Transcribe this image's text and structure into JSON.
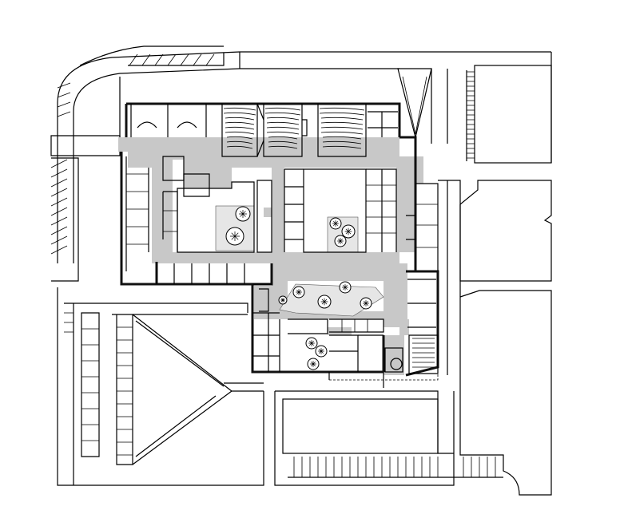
{
  "drawing": {
    "type": "site-plan",
    "background_color": "#ffffff",
    "line_color": "#000000",
    "corridor_color": "#c8c8c8",
    "courtyard_color": "#e6e6e6"
  },
  "trees": [
    {
      "group": "west-courtyard",
      "count": 2
    },
    {
      "group": "east-courtyard",
      "count": 3
    },
    {
      "group": "south-plaza",
      "count": 5
    },
    {
      "group": "southeast-yard",
      "count": 3
    }
  ]
}
